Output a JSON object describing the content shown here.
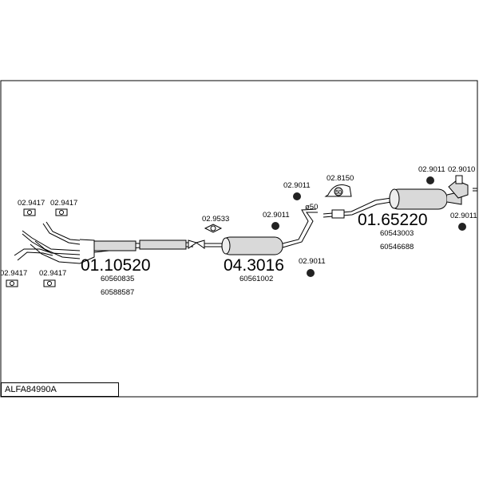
{
  "title": "ALFA84990A",
  "parts": {
    "front_pipe": {
      "number": "01.10520",
      "oe": [
        "60560835",
        "60588587"
      ]
    },
    "middle_silencer": {
      "number": "04.3016",
      "oe": [
        "60561002"
      ]
    },
    "rear_silencer": {
      "number": "01.65220",
      "oe": [
        "60543003",
        "60546688"
      ]
    }
  },
  "fittings": {
    "f1": "02.9417",
    "f2": "02.9417",
    "f3": "02.9417",
    "f4": "02.9417",
    "f5": "02.9533",
    "f6": "02.9011",
    "f7": "02.9011",
    "f8": "02.9011",
    "f9": "02.8150",
    "f10": "02.9011",
    "f11": "02.9010",
    "f12": "02.9011"
  },
  "annotations": {
    "pipe_diameter": "ø50",
    "hanger_size": "50"
  },
  "colors": {
    "line": "#000000",
    "fill": "#d9d9d9",
    "background": "#ffffff"
  }
}
